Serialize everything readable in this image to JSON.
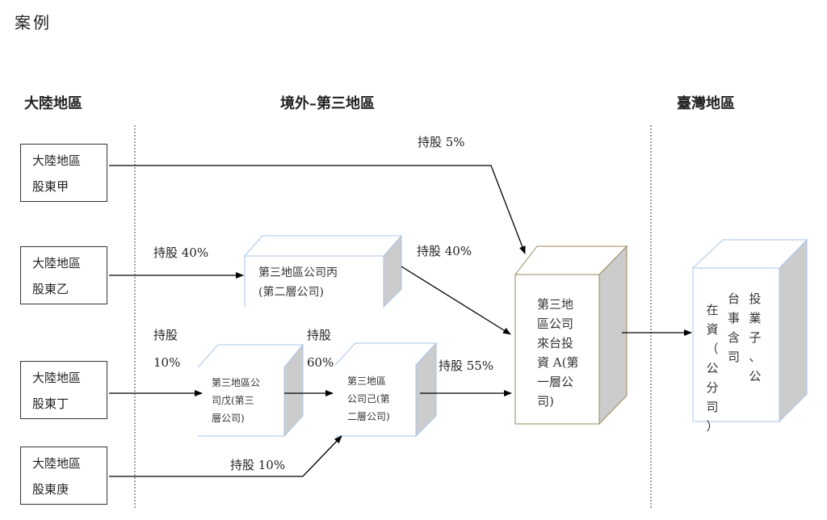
{
  "title": "案例",
  "regions": {
    "mainland": "大陸地區",
    "third": "境外–第三地區",
    "taiwan": "臺灣地區"
  },
  "shareholders": [
    {
      "line1": "大陸地區",
      "line2": "股東甲"
    },
    {
      "line1": "大陸地區",
      "line2": "股東乙"
    },
    {
      "line1": "大陸地區",
      "line2": "股東丁"
    },
    {
      "line1": "大陸地區",
      "line2": "股東庚"
    }
  ],
  "labels": {
    "jia_a": "持股 5%",
    "yi_bing": "持股 40%",
    "bing_a": "持股 40%",
    "ding_wu_1": "持股",
    "ding_wu_2": "10%",
    "wu_ji_1": "持股",
    "wu_ji_2": "60%",
    "ji_a": "持股 55%",
    "geng_ji": "持股 10%"
  },
  "companies": {
    "bing": [
      "第三地區公司丙",
      "(第二層公司)"
    ],
    "wu": [
      "第三地區公",
      "司戊(第三",
      "層公司)"
    ],
    "ji": [
      "第三地區",
      "公司己(第",
      "二層公司)"
    ],
    "a": [
      "第三地",
      "區公司",
      "來台投",
      "資 A(第",
      "一層公",
      "司)"
    ],
    "taiwan_cols": [
      "在資（公分司）",
      "台事含司",
      "投業子、公"
    ]
  },
  "colors": {
    "blue_border": "#a9c5ea",
    "olive_border": "#9a8a5a",
    "side": "#cccccc"
  }
}
